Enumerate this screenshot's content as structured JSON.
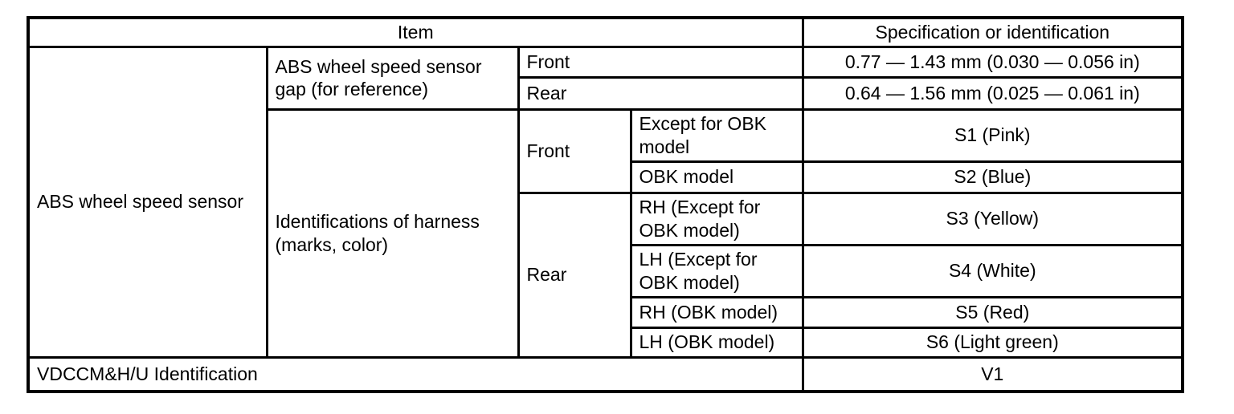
{
  "table": {
    "header": {
      "item": "Item",
      "spec": "Specification or identification"
    },
    "sensor_label": "ABS wheel speed sensor",
    "gap": {
      "label": "ABS wheel speed sensor gap (for reference)",
      "rows": [
        {
          "position": "Front",
          "value": "0.77 — 1.43 mm (0.030 — 0.056 in)"
        },
        {
          "position": "Rear",
          "value": "0.64 — 1.56 mm (0.025 — 0.061 in)"
        }
      ]
    },
    "harness": {
      "label": "Identifications of harness (marks, color)",
      "front_label": "Front",
      "rear_label": "Rear",
      "front_rows": [
        {
          "variant": "Except for OBK model",
          "value": "S1 (Pink)"
        },
        {
          "variant": "OBK model",
          "value": "S2 (Blue)"
        }
      ],
      "rear_rows": [
        {
          "variant": "RH (Except for OBK model)",
          "value": "S3 (Yellow)"
        },
        {
          "variant": "LH (Except for OBK model)",
          "value": "S4 (White)"
        },
        {
          "variant": "RH (OBK model)",
          "value": "S5 (Red)"
        },
        {
          "variant": "LH (OBK model)",
          "value": "S6 (Light green)"
        }
      ]
    },
    "vdccm": {
      "label": "VDCCM&H/U Identification",
      "value": "V1"
    }
  }
}
